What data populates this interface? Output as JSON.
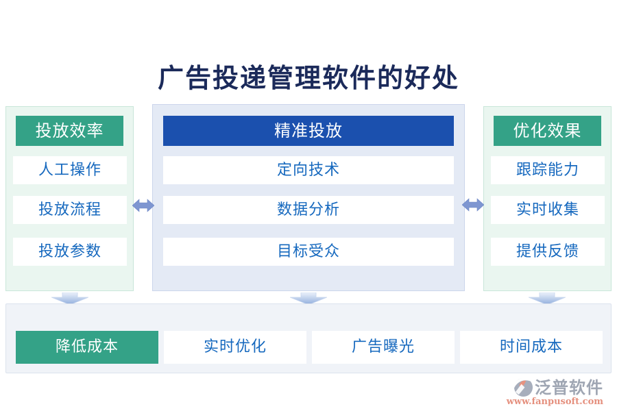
{
  "title": "广告投递管理软件的好处",
  "columns": [
    {
      "header": "投放效率",
      "theme": "green",
      "items": [
        "人工操作",
        "投放流程",
        "投放参数"
      ]
    },
    {
      "header": "精准投放",
      "theme": "blue",
      "items": [
        "定向技术",
        "数据分析",
        "目标受众"
      ]
    },
    {
      "header": "优化效果",
      "theme": "green",
      "items": [
        "跟踪能力",
        "实时收集",
        "提供反馈"
      ]
    }
  ],
  "bottom_row": {
    "items": [
      "降低成本",
      "实时优化",
      "广告曝光",
      "时间成本"
    ],
    "highlighted_index": 0
  },
  "footer": {
    "brand": "泛普软件",
    "url": "www.fanpusoft.com"
  },
  "icons": {
    "between_columns": "double-arrow-icon",
    "below_columns": "down-arrow-icon",
    "brand": "brand-logo-icon"
  },
  "colors": {
    "title_text": "#1B2A5A",
    "green_accent": "#34A287",
    "blue_header": "#1B50AE",
    "item_text_blue": "#1568BE",
    "panel_green_bg": "#EAF6F0",
    "panel_green_border": "#C9E6D9",
    "panel_blue_bg": "#E4EAF5",
    "panel_blue_border": "#CBD5EB",
    "strip_bg": "#F0F3F8",
    "strip_border": "#DBE2ED",
    "arrow_blue": "#7E96D1",
    "brand_grey": "#9FA6B3",
    "brand_salmon": "#E5907E"
  }
}
